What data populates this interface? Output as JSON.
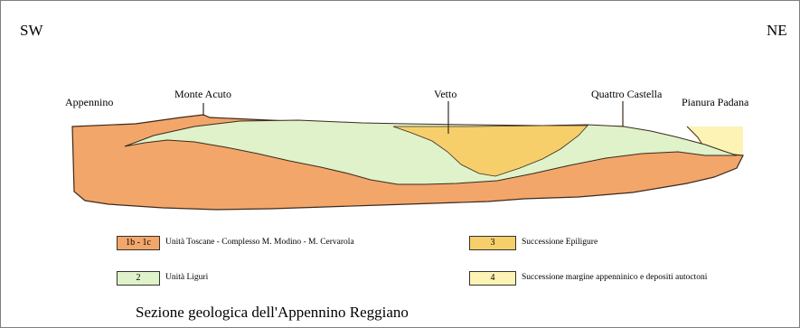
{
  "orientation": {
    "left": "SW",
    "right": "NE"
  },
  "places": {
    "appennino": "Appennino",
    "monte_acuto": "Monte Acuto",
    "vetto": "Vetto",
    "quattro_castella": "Quattro Castella",
    "pianura_padana": "Pianura Padana"
  },
  "colors": {
    "toscane": "#f2a66a",
    "liguri": "#dff2c9",
    "epiliguri": "#f6cf6b",
    "margine": "#fdf3b4",
    "line": "#3c2a1e"
  },
  "legend": [
    {
      "code": "1b - 1c",
      "label": "Unità Toscane - Complesso M. Modino - M. Cervarola"
    },
    {
      "code": "2",
      "label": "Unità Liguri"
    },
    {
      "code": "3",
      "label": "Successione Epiligure"
    },
    {
      "code": "4",
      "label": "Successione margine appenninico e depositi autoctoni"
    }
  ],
  "caption": "Sezione geologica dell'Appennino Reggiano"
}
